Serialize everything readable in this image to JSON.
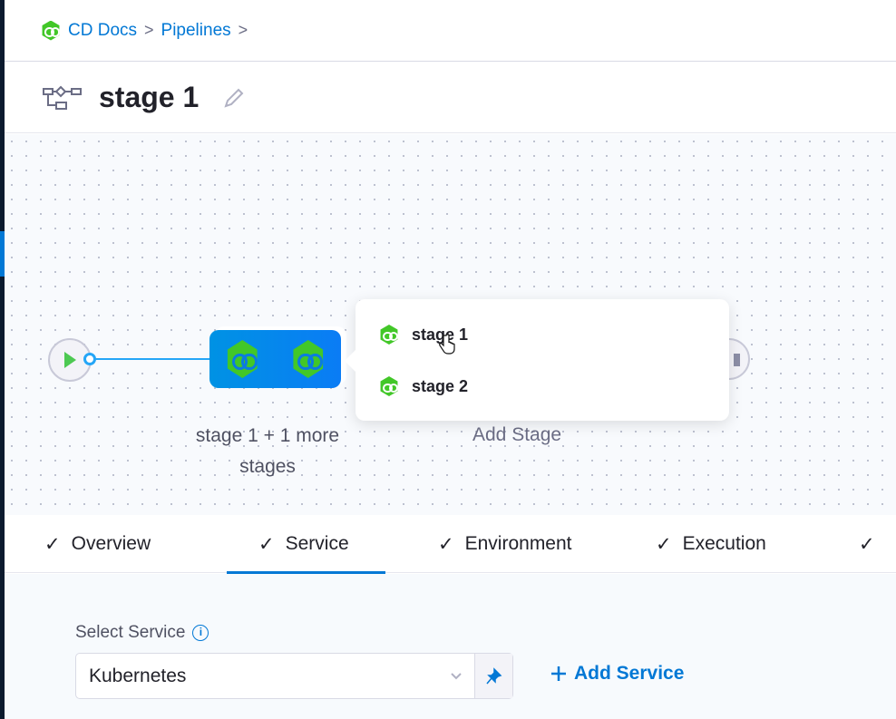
{
  "breadcrumb": {
    "items": [
      "CD Docs",
      "Pipelines"
    ],
    "separator": ">"
  },
  "header": {
    "title": "stage 1"
  },
  "canvas": {
    "node_label": "stage 1 + 1 more stages",
    "add_stage_label": "Add Stage",
    "popup": {
      "items": [
        "stage 1",
        "stage 2"
      ]
    }
  },
  "tabs": {
    "items": [
      {
        "label": "Overview"
      },
      {
        "label": "Service",
        "active": true
      },
      {
        "label": "Environment"
      },
      {
        "label": "Execution"
      },
      {
        "label": ""
      }
    ]
  },
  "form": {
    "select_service_label": "Select Service",
    "service_value": "Kubernetes",
    "add_service_label": "Add Service"
  },
  "colors": {
    "accent": "#0278d5",
    "cd_green": "#42c728",
    "node_blue": "#0092e4"
  }
}
